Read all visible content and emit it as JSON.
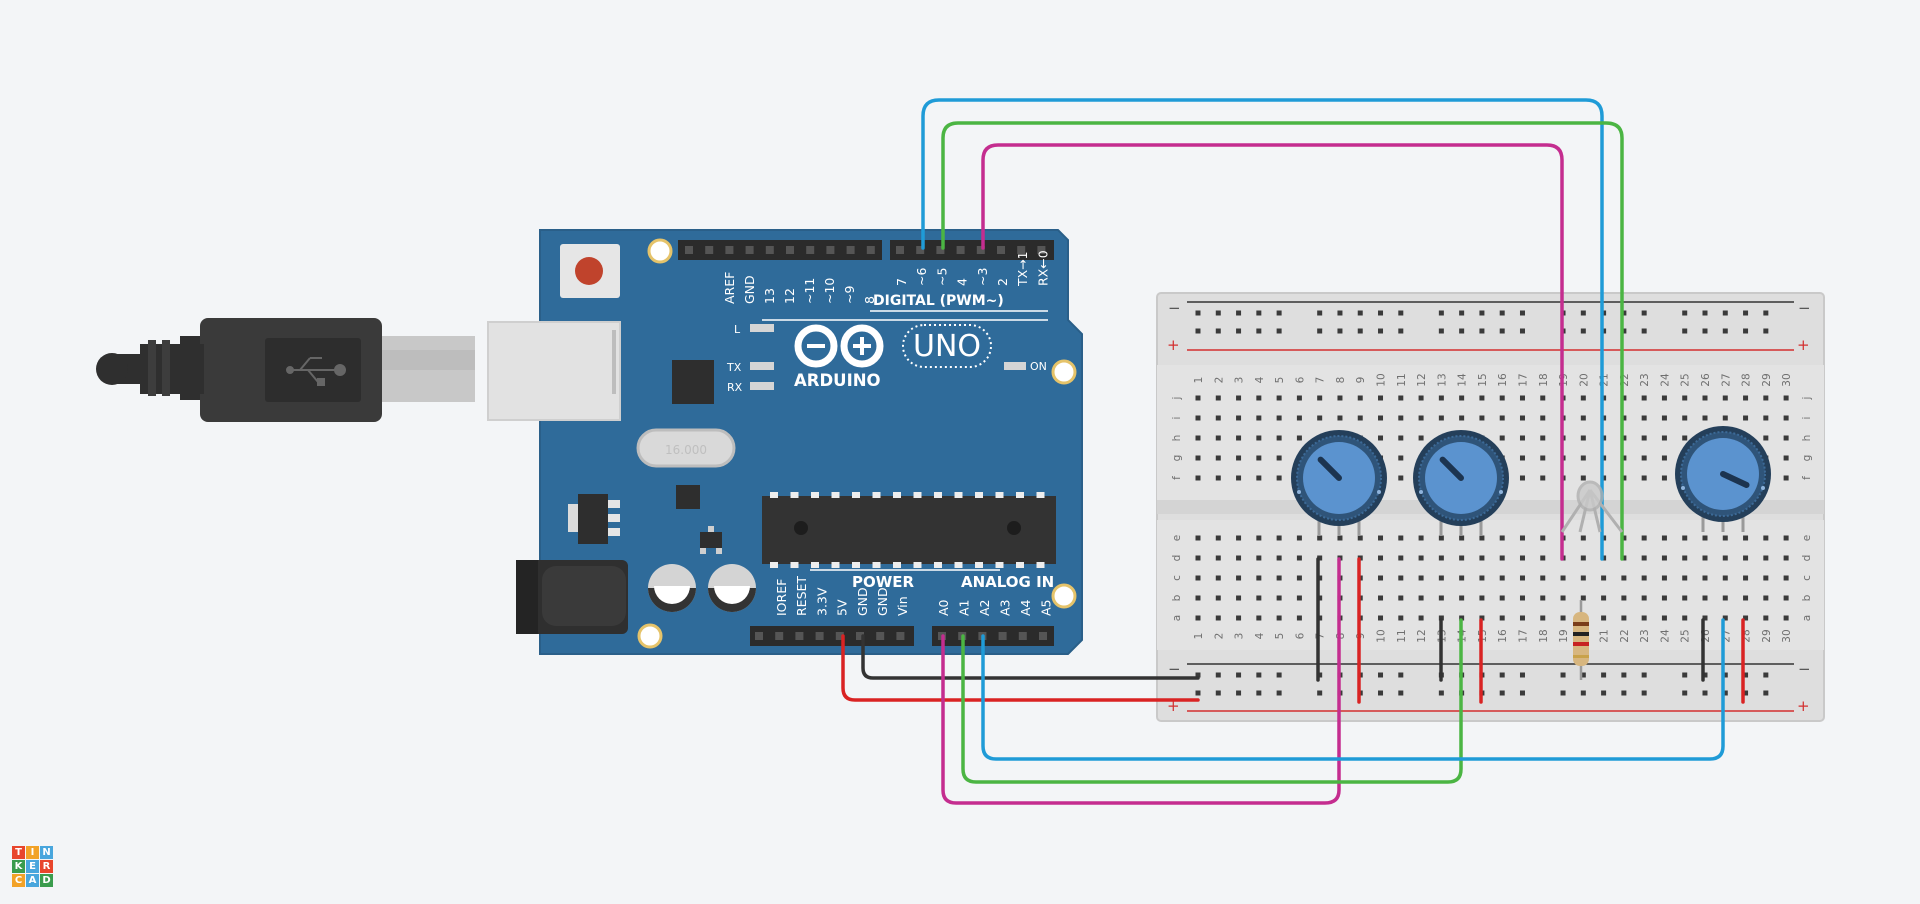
{
  "app": "Tinkercad",
  "logo_letters": [
    "T",
    "I",
    "N",
    "K",
    "E",
    "R",
    "C",
    "A",
    "D"
  ],
  "logo_colors": [
    "#e8452c",
    "#f2a227",
    "#48a6dd",
    "#3a9c4d",
    "#48a6dd",
    "#e8452c",
    "#f2a227",
    "#48a6dd",
    "#3a9c4d"
  ],
  "arduino": {
    "brand": "ARDUINO",
    "model": "UNO",
    "digital_header": "DIGITAL (PWM~)",
    "digital_pins_left": [
      "AREF",
      "GND",
      "13",
      "12",
      "~11",
      "~10",
      "~9",
      "8"
    ],
    "digital_pins_right": [
      "7",
      "~6",
      "~5",
      "4",
      "~3",
      "2",
      "TX→1",
      "RX←0"
    ],
    "power_header": "POWER",
    "power_pins": [
      "IOREF",
      "RESET",
      "3.3V",
      "5V",
      "GND",
      "GND",
      "Vin"
    ],
    "analog_header": "ANALOG IN",
    "analog_pins": [
      "A0",
      "A1",
      "A2",
      "A3",
      "A4",
      "A5"
    ],
    "led_labels": {
      "l": "L",
      "tx": "TX",
      "rx": "RX",
      "on": "ON"
    },
    "crystal_label": "16.000"
  },
  "breadboard": {
    "columns": [
      "1",
      "2",
      "3",
      "4",
      "5",
      "6",
      "7",
      "8",
      "9",
      "10",
      "11",
      "12",
      "13",
      "14",
      "15",
      "16",
      "17",
      "18",
      "19",
      "20",
      "21",
      "22",
      "23",
      "24",
      "25",
      "26",
      "27",
      "28",
      "29",
      "30"
    ],
    "rows_top": [
      "j",
      "i",
      "h",
      "g",
      "f"
    ],
    "rows_bottom": [
      "e",
      "d",
      "c",
      "b",
      "a"
    ],
    "rail_minus": "−",
    "rail_plus": "+"
  },
  "wire_colors": {
    "blue": "#1f9bd7",
    "green": "#4bb543",
    "magenta": "#c42d8f",
    "red": "#d92323",
    "black": "#333333"
  }
}
